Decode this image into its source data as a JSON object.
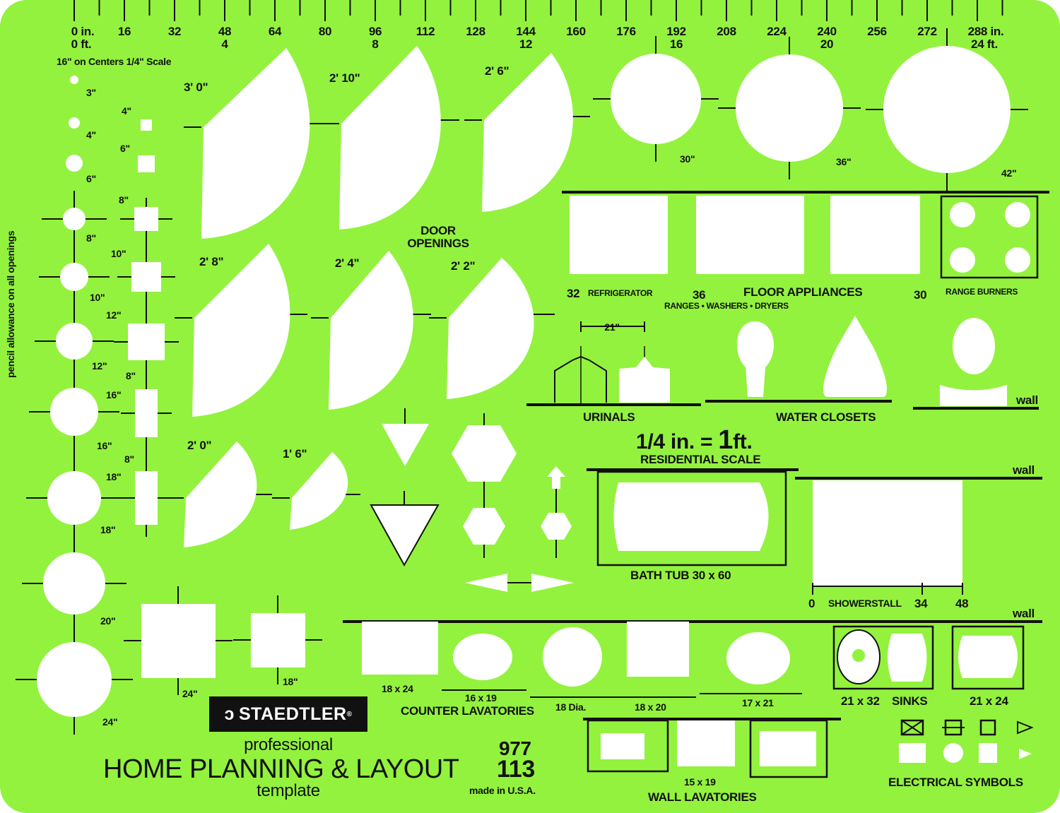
{
  "colors": {
    "plate": "#93f23e",
    "cutout": "#ffffff",
    "ink": "#111111"
  },
  "ruler": {
    "inch_marks": [
      0,
      16,
      32,
      48,
      64,
      80,
      96,
      112,
      128,
      144,
      160,
      176,
      192,
      208,
      224,
      240,
      256,
      272,
      288
    ],
    "inch_unit": "in.",
    "feet_marks": [
      0,
      4,
      8,
      12,
      16,
      20,
      24
    ],
    "feet_unit": "ft.",
    "spacing_note": "16\" on Centers 1/4\" Scale"
  },
  "side_note": "pencil allowance on all openings",
  "circle_labels": [
    "3\"",
    "4\"",
    "6\"",
    "8\"",
    "10\"",
    "12\"",
    "16\"",
    "18\"",
    "20\"",
    "24\""
  ],
  "square_labels": [
    "4\"",
    "6\"",
    "8\"",
    "10\"",
    "12\"",
    "8\"",
    "16\"",
    "8\"",
    "18\"",
    "24\"",
    "18\""
  ],
  "doors": {
    "heading": "DOOR\nOPENINGS",
    "sizes": [
      "3' 0\"",
      "2' 10\"",
      "2' 6\"",
      "2' 8\"",
      "2' 4\"",
      "2' 2\"",
      "2' 0\"",
      "1' 6\""
    ]
  },
  "round_labels": [
    "30\"",
    "36\"",
    "42\""
  ],
  "appliances": {
    "sizes": [
      "32",
      "36",
      "30"
    ],
    "refrigerator": "REFRIGERATOR",
    "title": "FLOOR APPLIANCES",
    "subtitle": "RANGES • WASHERS • DRYERS",
    "burners": "RANGE BURNERS"
  },
  "urinals": {
    "dimension": "21\"",
    "label": "URINALS"
  },
  "water_closets": "WATER CLOSETS",
  "wall": "wall",
  "scale": {
    "main_a": "1/4 in. = ",
    "main_b": "1",
    "main_c": "ft.",
    "sub": "RESIDENTIAL SCALE"
  },
  "bathtub": "BATH TUB  30 x 60",
  "shower": {
    "label": "SHOWERSTALL",
    "marks": [
      "0",
      "34",
      "48"
    ]
  },
  "counter": {
    "sizes": [
      "18 x 24",
      "16 x 19",
      "18 Dia.",
      "18 x 20",
      "17 x 21"
    ],
    "label": "COUNTER LAVATORIES"
  },
  "sinks": {
    "size1": "21 x 32",
    "label": "SINKS",
    "size2": "21 x 24"
  },
  "wall_lav": {
    "size": "15 x 19",
    "label": "WALL LAVATORIES"
  },
  "electrical": "ELECTRICAL SYMBOLS",
  "brand": {
    "logo": "STAEDTLER",
    "reg": "®",
    "professional": "professional",
    "title": "HOME PLANNING & LAYOUT",
    "template": "template",
    "model1": "977",
    "model2": "113",
    "made": "made  in  U.S.A."
  }
}
